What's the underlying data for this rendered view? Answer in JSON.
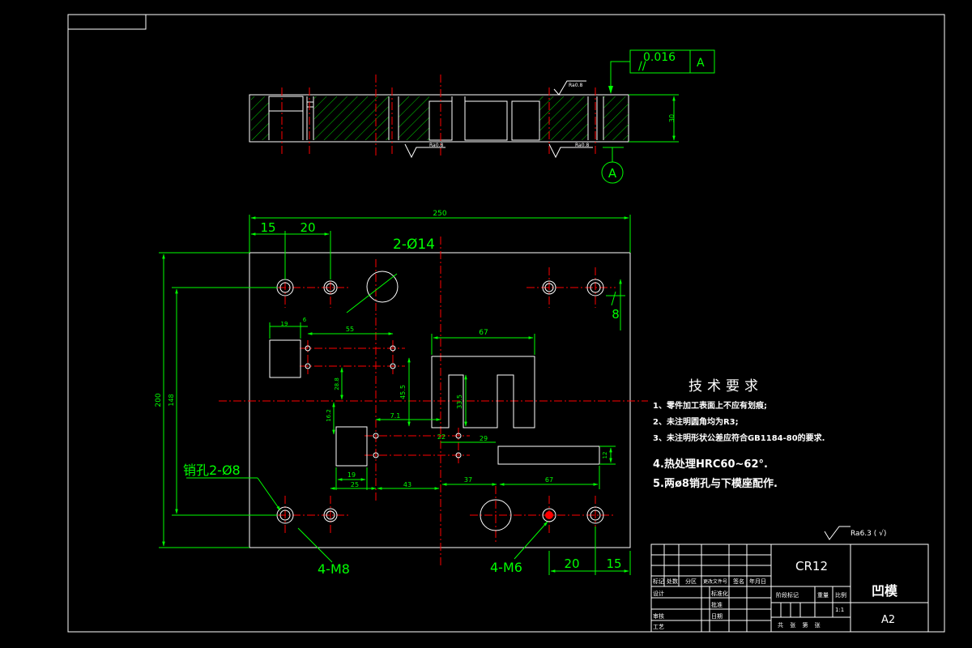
{
  "colors": {
    "outline": "#ffffff",
    "dimension": "#00ff00",
    "centerline": "#ff0000",
    "hatch": "#00ff00",
    "background": "#000000"
  },
  "tolerance_frame": {
    "symbol": "//",
    "value": "0.016",
    "datum": "A"
  },
  "datum_label": "A",
  "roughness_labels": [
    "Ra0.8",
    "Ra0.8",
    "Ra0.8",
    "Ra6.3"
  ],
  "section_dimension": "30",
  "plan_dimensions": {
    "overall_width": "250",
    "left_15": "15",
    "left_20": "20",
    "hole_d14": "2-Ø14",
    "right_8": "8",
    "d19_top": "19",
    "d6": "6",
    "d55": "55",
    "d67_top": "67",
    "overall_height": "200",
    "d148": "148",
    "d28": "28.8",
    "d45_5": "45.5",
    "d33_5": "33.5",
    "d16_2": "16.2",
    "d7_1": "7.1",
    "d22": "22",
    "d29": "29",
    "d12": "12",
    "d19_bottom": "19",
    "d25": "25",
    "d43": "43",
    "d37": "37",
    "d67_bottom": "67",
    "bottom_20": "20",
    "bottom_15": "15",
    "pin_holes": "销孔2-Ø8",
    "m8": "4-M8",
    "m6": "4-M6"
  },
  "tech_requirements": {
    "title": "技术要求",
    "items": [
      "1、零件加工表面上不应有划痕;",
      "2、未注明圆角均为R3;",
      "3、未注明形状公差应符合GB1184-80的要求.",
      "4.热处理HRC60~62°.",
      "5.两ø8销孔与下模座配作."
    ]
  },
  "general_roughness": "Ra6.3 ( √)",
  "title_block": {
    "material": "CR12",
    "part_name": "凹模",
    "scale_code": "A2",
    "headers": [
      "标记",
      "处数",
      "分区",
      "更改文件号",
      "签名",
      "年月日"
    ],
    "rows_left": [
      "设计",
      "审核",
      "工艺"
    ],
    "standardize": "标准化",
    "approve": "批准",
    "date": "日期",
    "stage": "阶段标记",
    "weight": "重量",
    "ratio": "比例",
    "ratio_value": "1:1",
    "sheets": "共 张 第 张"
  }
}
